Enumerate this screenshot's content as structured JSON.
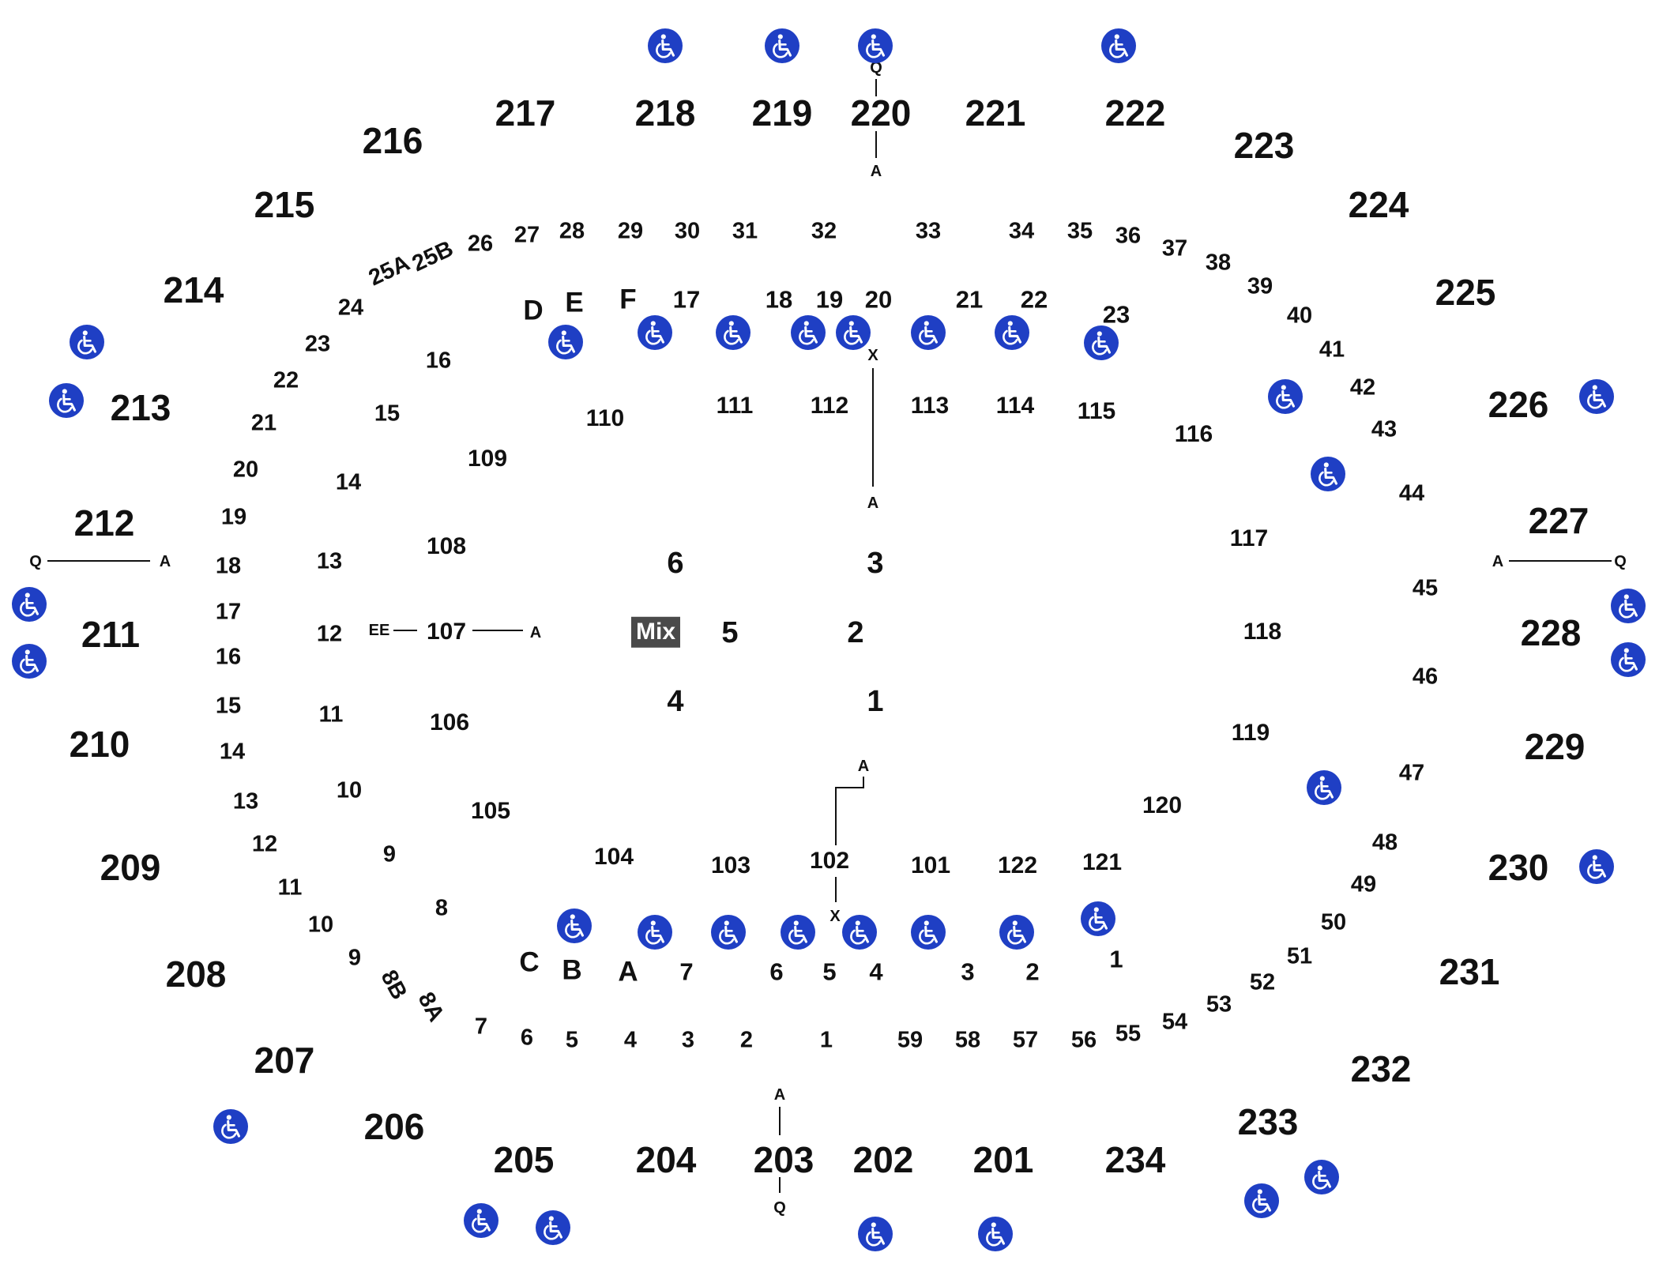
{
  "colors": {
    "label": "#111111",
    "ada_badge": "#1f3fc4",
    "mix_box": "#4a4a4a",
    "mix_text": "#ffffff"
  },
  "icons": {
    "accessible": "wheelchair-icon"
  },
  "upper_sections": [
    "201",
    "202",
    "203",
    "204",
    "205",
    "206",
    "207",
    "208",
    "209",
    "210",
    "211",
    "212",
    "213",
    "214",
    "215",
    "216",
    "217",
    "218",
    "219",
    "220",
    "221",
    "222",
    "223",
    "224",
    "225",
    "226",
    "227",
    "228",
    "229",
    "230",
    "231",
    "232",
    "233",
    "234"
  ],
  "lower_sections": [
    "101",
    "102",
    "103",
    "104",
    "105",
    "106",
    "107",
    "108",
    "109",
    "110",
    "111",
    "112",
    "113",
    "114",
    "115",
    "116",
    "117",
    "118",
    "119",
    "120",
    "121",
    "122"
  ],
  "floor": {
    "sections": [
      "1",
      "2",
      "3",
      "4",
      "5",
      "6"
    ],
    "mix_label": "Mix"
  },
  "rows": {
    "upper_ring": [
      "25A",
      "25B",
      "26",
      "27",
      "28",
      "29",
      "30",
      "31",
      "32",
      "33",
      "34",
      "35",
      "36",
      "37",
      "38",
      "39",
      "40",
      "41",
      "42",
      "43",
      "44",
      "45",
      "46",
      "47",
      "48",
      "49",
      "50",
      "51",
      "52",
      "53",
      "54",
      "55",
      "56",
      "57",
      "58",
      "59",
      "1",
      "2",
      "3",
      "4",
      "5",
      "6",
      "7",
      "8A",
      "8B",
      "9",
      "10",
      "11",
      "12",
      "13",
      "14",
      "15",
      "16",
      "17",
      "18",
      "19",
      "20",
      "21",
      "22",
      "23",
      "24"
    ],
    "inner_left": [
      "16",
      "15",
      "14",
      "13",
      "12",
      "11",
      "10",
      "9",
      "8"
    ],
    "top_stage": [
      "D",
      "E",
      "F",
      "17",
      "18",
      "19",
      "20",
      "21",
      "22",
      "23"
    ],
    "bottom_stage": [
      "C",
      "B",
      "A",
      "7",
      "6",
      "5",
      "4",
      "3",
      "2",
      "1"
    ]
  },
  "markers": [
    "Q",
    "A",
    "X",
    "EE"
  ]
}
